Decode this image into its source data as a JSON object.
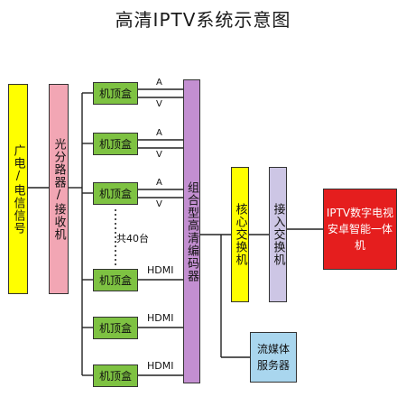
{
  "title": "高清IPTV系统示意图",
  "source": {
    "label": "广电/电信信号"
  },
  "splitter": {
    "label": "光分路器/接收机"
  },
  "encoder": {
    "label": "组合型高清编码器"
  },
  "core_switch": {
    "label": "核心交换机"
  },
  "access_switch": {
    "label": "接入交换机"
  },
  "terminal": {
    "line1": "IPTV数字电视",
    "line2": "安卓智能一体机"
  },
  "media_server": {
    "line1": "流媒体",
    "line2": "服务器"
  },
  "set_top_boxes": [
    {
      "label": "机顶盒",
      "signal_a": "A",
      "signal_v": "V"
    },
    {
      "label": "机顶盒",
      "signal_a": "A",
      "signal_v": "V"
    },
    {
      "label": "机顶盒",
      "signal_a": "A",
      "signal_v": "V"
    },
    {
      "label": "机顶盒",
      "signal": "HDMI"
    },
    {
      "label": "机顶盒",
      "signal": "HDMI"
    },
    {
      "label": "机顶盒",
      "signal": "HDMI"
    }
  ],
  "count_label": "共40台",
  "colors": {
    "source": "#ffff00",
    "splitter": "#f2a6b4",
    "set_top_box": "#7ec242",
    "encoder": "#c38fd1",
    "core_switch": "#ffff00",
    "access_switch": "#cdc6e5",
    "terminal": "#e51e1e",
    "media_server": "#a9d6ee"
  }
}
